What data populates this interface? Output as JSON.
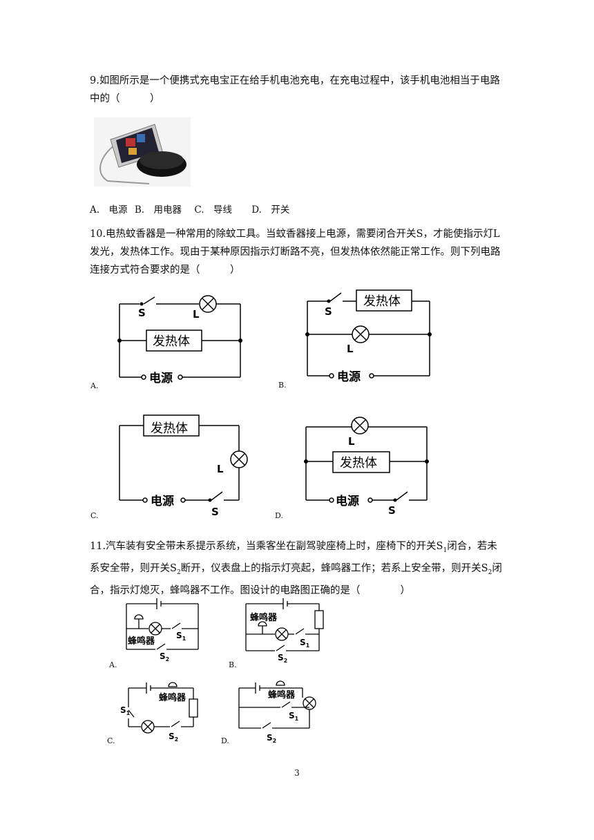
{
  "q9": {
    "text": "9.如图所示是一个便携式充电宝正在给手机电池充电，在充电过程中，该手机电池相当于电路中的（　　　）",
    "options": [
      "A.　电源",
      "B.　用电器",
      "C.　导线",
      "D.　开关"
    ]
  },
  "q10": {
    "text": "10.电热蚊香器是一种常用的除蚊工具。当蚊香器接上电源，需要闭合开关S，才能使指示灯L发光，发热体工作。现由于某种原因指示灯断路不亮，但发热体依然能正常工作。则下列电路连接方式符合要求的是（　　　）",
    "labels": {
      "A": "A.",
      "B": "B.",
      "C": "C.",
      "D": "D."
    },
    "heater": "发热体",
    "source": "电源",
    "switch": "S",
    "lamp": "L"
  },
  "q11": {
    "text_1": "11.汽车装有安全带未系提示系统，当乘客坐在副驾驶座椅上时，座椅下的开关S",
    "sub1": "1",
    "text_2": "闭合，若未系安全带，则开关S",
    "sub2": "2",
    "text_3": "断开，仪表盘上的指示灯亮起，蜂鸣器工作；若系上安全带，则开关S",
    "sub3": "2",
    "text_4": "闭合，指示灯熄灭，蜂鸣器不工作。图设计的电路图正确的是（　　　　）",
    "labels": {
      "A": "A.",
      "B": "B.",
      "C": "C.",
      "D": "D."
    },
    "buzzer": "蜂鸣器",
    "s1": "S",
    "s1_sub": "1",
    "s2": "S",
    "s2_sub": "2"
  },
  "page_number": "3"
}
